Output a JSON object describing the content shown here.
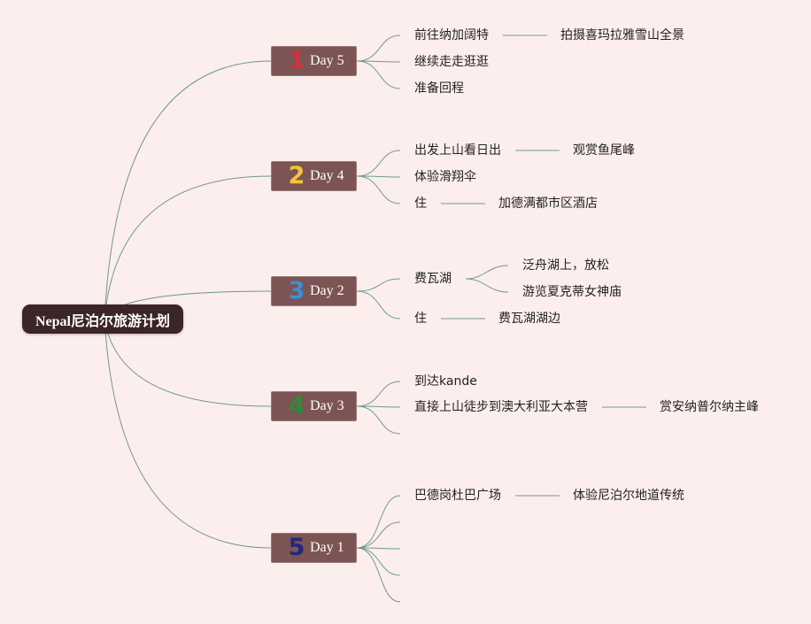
{
  "root": {
    "label": "Nepal尼泊尔旅游计划"
  },
  "days": [
    {
      "badge": "1",
      "badge_color": "#d8303c",
      "label": "Day 5",
      "items": [
        {
          "text": "前往纳加阔特",
          "children": [
            "拍摄喜玛拉雅雪山全景"
          ]
        },
        {
          "text": "继续走走逛逛",
          "children": []
        },
        {
          "text": "准备回程",
          "children": []
        }
      ]
    },
    {
      "badge": "2",
      "badge_color": "#f2c53d",
      "label": "Day 4",
      "items": [
        {
          "text": "出发上山看日出",
          "children": [
            "观赏鱼尾峰"
          ]
        },
        {
          "text": "体验滑翔伞",
          "children": []
        },
        {
          "text": "住",
          "children": [
            "加德满都市区酒店"
          ]
        }
      ]
    },
    {
      "badge": "3",
      "badge_color": "#3a8fd8",
      "label": "Day 2",
      "items": [
        {
          "text": "费瓦湖",
          "children": [
            "泛舟湖上，放松",
            "游览夏克蒂女神庙"
          ]
        },
        {
          "text": "住",
          "children": [
            "费瓦湖湖边"
          ]
        }
      ]
    },
    {
      "badge": "4",
      "badge_color": "#2e8b3a",
      "label": "Day 3",
      "items": [
        {
          "text": "到达kande",
          "children": []
        },
        {
          "text": "直接上山徒步到澳大利亚大本营",
          "children": [
            "赏安纳普尔纳主峰"
          ]
        },
        {
          "text": "",
          "children": []
        }
      ]
    },
    {
      "badge": "5",
      "badge_color": "#1f2a7a",
      "label": "Day 1",
      "items": [
        {
          "text": "巴德岗杜巴广场",
          "children": [
            "体验尼泊尔地道传统"
          ]
        },
        {
          "text": "",
          "children": []
        },
        {
          "text": "",
          "children": []
        },
        {
          "text": "",
          "children": []
        },
        {
          "text": "",
          "children": []
        }
      ]
    }
  ],
  "colors": {
    "background": "#fdeeee",
    "line": "#6e9a8c",
    "root_fill": "#3b2526",
    "day_fill": "#7c5454"
  }
}
